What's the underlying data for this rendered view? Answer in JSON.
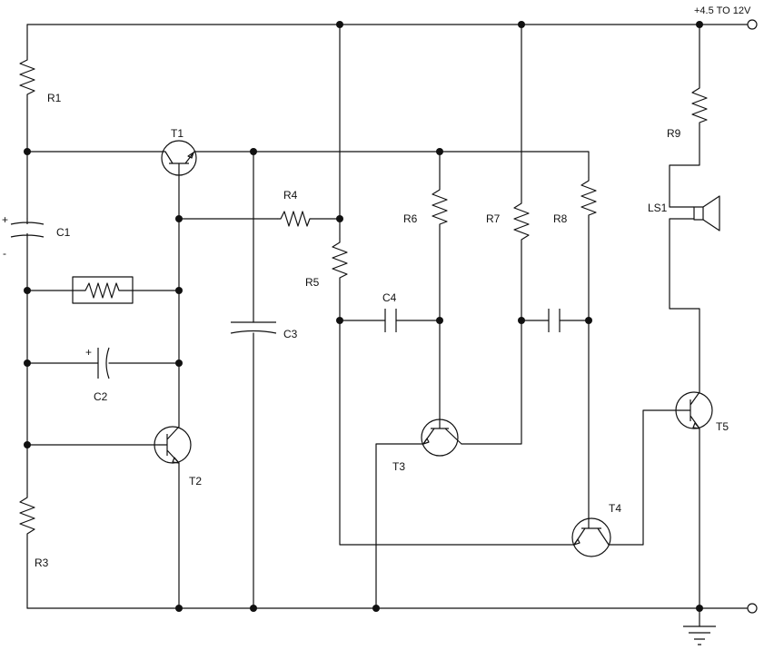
{
  "supply_label": "+4.5 TO 12V",
  "components": {
    "R1": "R1",
    "R3": "R3",
    "R4": "R4",
    "R5": "R5",
    "R6": "R6",
    "R7": "R7",
    "R8": "R8",
    "R9": "R9",
    "C1": "C1",
    "C2": "C2",
    "C3": "C3",
    "C4": "C4",
    "T1": "T1",
    "T2": "T2",
    "T3": "T3",
    "T4": "T4",
    "T5": "T5",
    "LS1": "LS1"
  },
  "polarity": {
    "c1_plus": "+",
    "c1_minus": "-",
    "c2_plus": "+"
  }
}
